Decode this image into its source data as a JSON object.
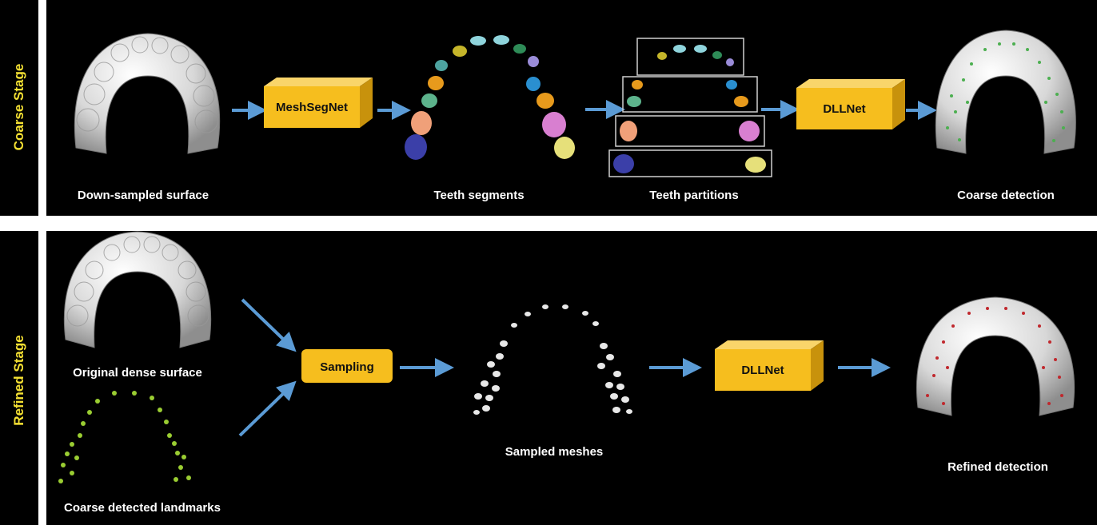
{
  "stages": {
    "coarse_label": "Coarse Stage",
    "refined_label": "Refined Stage"
  },
  "coarse": {
    "boxes": {
      "meshsegnet": "MeshSegNet",
      "dllnet": "DLLNet"
    },
    "captions": {
      "downsampled": "Down-sampled surface",
      "segments": "Teeth segments",
      "partitions": "Teeth partitions",
      "detection": "Coarse detection"
    }
  },
  "refined": {
    "boxes": {
      "sampling": "Sampling",
      "dllnet": "DLLNet"
    },
    "captions": {
      "dense": "Original dense surface",
      "landmarks": "Coarse detected landmarks",
      "sampled": "Sampled meshes",
      "detection": "Refined detection"
    }
  },
  "colors": {
    "background": "#000000",
    "stage_label": "#f5e133",
    "box_fill": "#f6be1e",
    "arrow": "#5b9bd5",
    "landmark_green": "#9acd32",
    "landmark_red": "#c0282d"
  }
}
